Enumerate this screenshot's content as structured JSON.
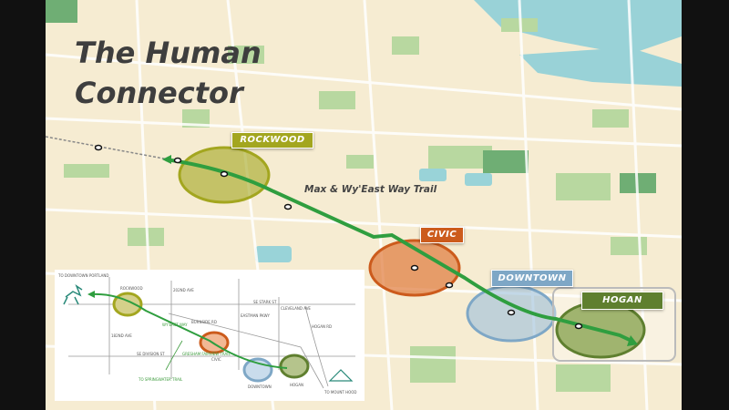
{
  "slide": {
    "title_line1": "The Human",
    "title_line2": "Connector",
    "trail_label": "Max & Wy'East Way Trail"
  },
  "districts": [
    {
      "name": "ROCKWOOD",
      "color": "#a3a61f"
    },
    {
      "name": "CIVIC",
      "color": "#cc5b1c"
    },
    {
      "name": "DOWNTOWN",
      "color": "#7ea7c6"
    },
    {
      "name": "HOGAN",
      "color": "#5f7f2f"
    }
  ],
  "colors": {
    "trail": "#2f9e3f",
    "land": "#f6ecd2",
    "park": "#b8d8a0",
    "water": "#8fd0d8"
  },
  "inset": {
    "labels": {
      "to_portland": "TO DOWNTOWN PORTLAND",
      "rockwood": "ROCKWOOD",
      "stark": "SE STARK ST",
      "burnside": "BURNSIDE RD",
      "division": "SE DIVISION ST",
      "ave182": "182ND AVE",
      "ave202": "202ND AVE",
      "eastman": "EASTMAN PKWY",
      "cleveland": "CLEVELAND AVE",
      "hogan_rd": "HOGAN RD",
      "wyeast": "WY'EAST WAY",
      "gresham_trail": "GRESHAM FAIRVIEW TRAIL",
      "civic": "CIVIC",
      "downtown": "DOWNTOWN",
      "hogan": "HOGAN",
      "springwater": "TO SPRINGWATER TRAIL",
      "mount_hood": "TO MOUNT HOOD"
    }
  }
}
